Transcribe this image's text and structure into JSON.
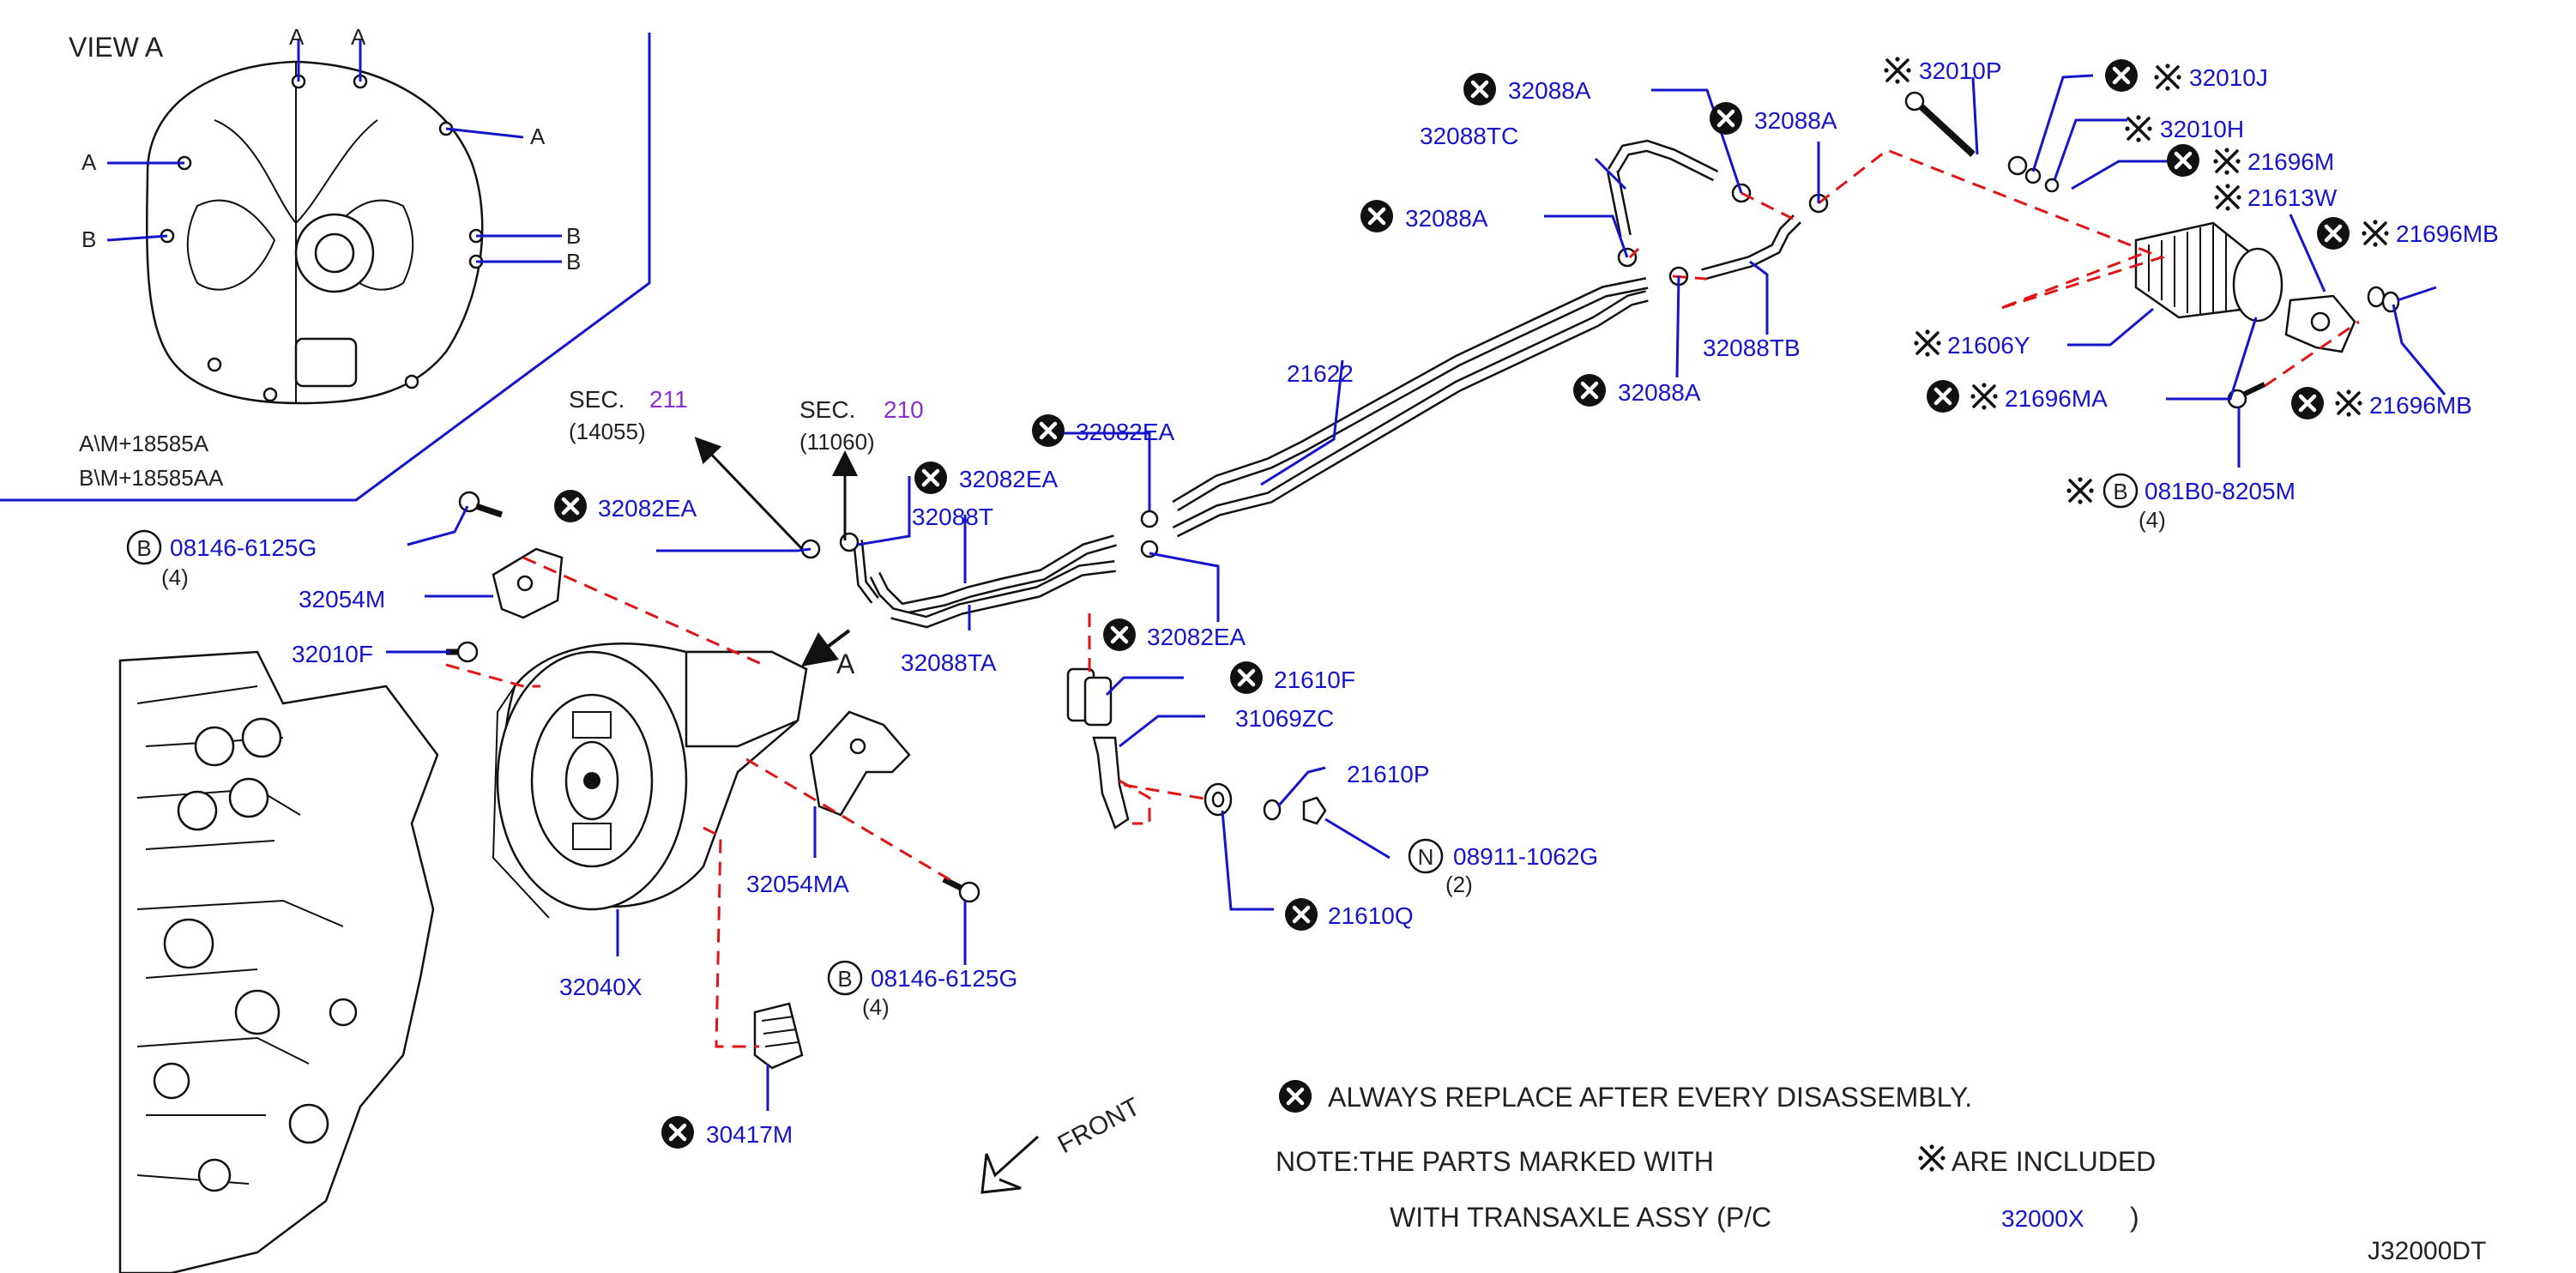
{
  "view": {
    "title": "VIEW   A",
    "markers": [
      "A",
      "A",
      "A",
      "A",
      "B",
      "B",
      "B"
    ],
    "legend": [
      "A\\M+18585A",
      "B\\M+18585AA"
    ]
  },
  "sec": [
    {
      "label": "SEC.",
      "num": "211",
      "code": "(14055)"
    },
    {
      "label": "SEC.",
      "num": "210",
      "code": "(11060)"
    }
  ],
  "labels": {
    "p32088A_1": "32088A",
    "p32088TC": "32088TC",
    "p32088A_2": "32088A",
    "p32088A_3": "32088A",
    "p32088TB": "32088TB",
    "p32088A_4": "32088A",
    "p32010P": "32010P",
    "p32010J": "32010J",
    "p32010H": "32010H",
    "p21696M": "21696M",
    "p21613W": "21613W",
    "p21696MB_1": "21696MB",
    "p21606Y": "21606Y",
    "p21696MA": "21696MA",
    "p21696MB_2": "21696MB",
    "p081B0": "081B0-8205M",
    "q081B0": "(4)",
    "p21622": "21622",
    "p32082EA_1": "32082EA",
    "p32082EA_2": "32082EA",
    "p32082EA_3": "32082EA",
    "p32082EA_4": "32082EA",
    "p32088T": "32088T",
    "p32088TA": "32088TA",
    "p08146_1": "08146-6125G",
    "q08146_1": "(4)",
    "p32054M": "32054M",
    "p32010F": "32010F",
    "pA": "A",
    "p21610F": "21610F",
    "p31069ZC": "31069ZC",
    "p21610P": "21610P",
    "p08911": "08911-1062G",
    "q08911": "(2)",
    "p21610Q": "21610Q",
    "p32054MA": "32054MA",
    "p08146_2": "08146-6125G",
    "q08146_2": "(4)",
    "p32040X": "32040X",
    "p30417M": "30417M",
    "front": "FRONT"
  },
  "notes": {
    "always_replace": "ALWAYS  REPLACE  AFTER  EVERY  DISASSEMBLY.",
    "note_line1": "NOTE:THE  PARTS  MARKED  WITH",
    "note_included": "ARE  INCLUDED",
    "note_line2": "WITH  TRANSAXLE  ASSY  (P/C",
    "note_pc": "32000X",
    "note_close": ")"
  },
  "symbols": {
    "circle_b": "B",
    "circle_n": "N",
    "kome": "※"
  },
  "diagram_id": "J32000DT",
  "colors": {
    "part_number": "#1515cc",
    "section_number": "#8a2fd0",
    "text": "#222222",
    "service_line": "#e01515"
  }
}
